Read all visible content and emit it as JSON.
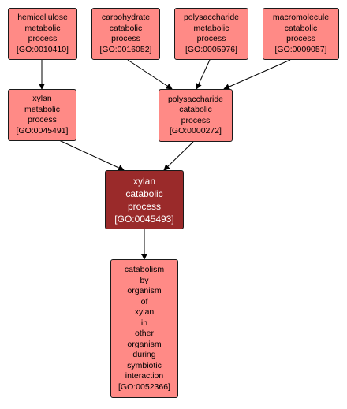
{
  "nodes": {
    "hemicellulose": {
      "lines": [
        "hemicellulose",
        "metabolic",
        "process",
        "[GO:0010410]"
      ]
    },
    "carbohydrate": {
      "lines": [
        "carbohydrate",
        "catabolic",
        "process",
        "[GO:0016052]"
      ]
    },
    "polysac_metabolic": {
      "lines": [
        "polysaccharide",
        "metabolic",
        "process",
        "[GO:0005976]"
      ]
    },
    "macromolecule": {
      "lines": [
        "macromolecule",
        "catabolic",
        "process",
        "[GO:0009057]"
      ]
    },
    "xylan_metabolic": {
      "lines": [
        "xylan",
        "metabolic",
        "process",
        "[GO:0045491]"
      ]
    },
    "polysac_catabolic": {
      "lines": [
        "polysaccharide",
        "catabolic",
        "process",
        "[GO:0000272]"
      ]
    },
    "xylan_catabolic": {
      "lines": [
        "xylan",
        "catabolic",
        "process",
        "[GO:0045493]"
      ]
    },
    "catabolism_by_organism": {
      "lines": [
        "catabolism",
        "by",
        "organism",
        "of",
        "xylan",
        "in",
        "other",
        "organism",
        "during",
        "symbiotic",
        "interaction",
        "[GO:0052366]"
      ]
    }
  },
  "colors": {
    "node_fill": "#ff8a86",
    "focus_fill": "#9a2a2a",
    "edge": "#000000"
  }
}
